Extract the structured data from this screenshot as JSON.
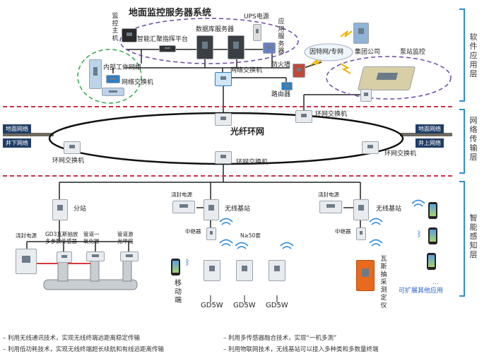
{
  "title": "地面监控服务器系统",
  "top": {
    "monitor_host": "监控主机",
    "platform": "智能汇聚指挥平台",
    "db_server": "数据库服务器",
    "ups": "UPS电源",
    "app_server": "应用服务器",
    "internal_network": "内部工作网络",
    "network_switch_left": "网络交换机",
    "network_switch_center": "网络交换机",
    "firewall": "防火墙",
    "router": "路由器",
    "internet": "因特网/专网",
    "group_company": "集团公司",
    "pump_station": "泵站监控"
  },
  "ring": {
    "name": "光纤环网",
    "ground_left": "地面网络",
    "ground_right": "地面网络",
    "underground_left": "井下网络",
    "uphole_right": "井上网络",
    "switch_top_right": "环网交换机",
    "switch_left": "环网交换机",
    "switch_bottom": "环网交换机",
    "switch_right": "环网交换机"
  },
  "layers": {
    "software": "软件应用层",
    "network": "网络传输层",
    "sensing": "智能感知层"
  },
  "sensing": {
    "substation": "分站",
    "power_left": "浇封电源",
    "sensor_multi": "GD3瓦斯抽放多参数传感器",
    "co_pipe": "管道一氧化碳",
    "methane_pipe": "管道激光甲烷",
    "power_mid": "浇封电源",
    "base_station_mid": "无线基站",
    "repeater_mid": "中继器",
    "n_count": "N≥50套",
    "mobile_terminal": "移动端",
    "gd5w_1": "GD5W",
    "gd5w_2": "GD5W",
    "gd5w_3": "GD5W",
    "power_right": "浇封电源",
    "base_station_right": "无线基站",
    "repeater_right": "中继器",
    "gas_sampler": "瓦斯抽采测定仪",
    "ellipsis": "...",
    "expand": "可扩展其他应用"
  },
  "footer": {
    "f1": "利用无线通讯技术，实现无线终端远距离稳定传输",
    "f2": "利用低功耗技术，实现无线终端超长续航和有线远距离传输",
    "f3": "利用多传感器融合技术，实现“一机多测”",
    "f4": "利用物联网技术，无线基站可以接入多种类和多数量终端"
  },
  "colors": {
    "bracket": "#2f8fd0",
    "divider": "#c8324c",
    "ring_band": "#6f6a5e",
    "gd3_pipe": "#d83a3a"
  }
}
